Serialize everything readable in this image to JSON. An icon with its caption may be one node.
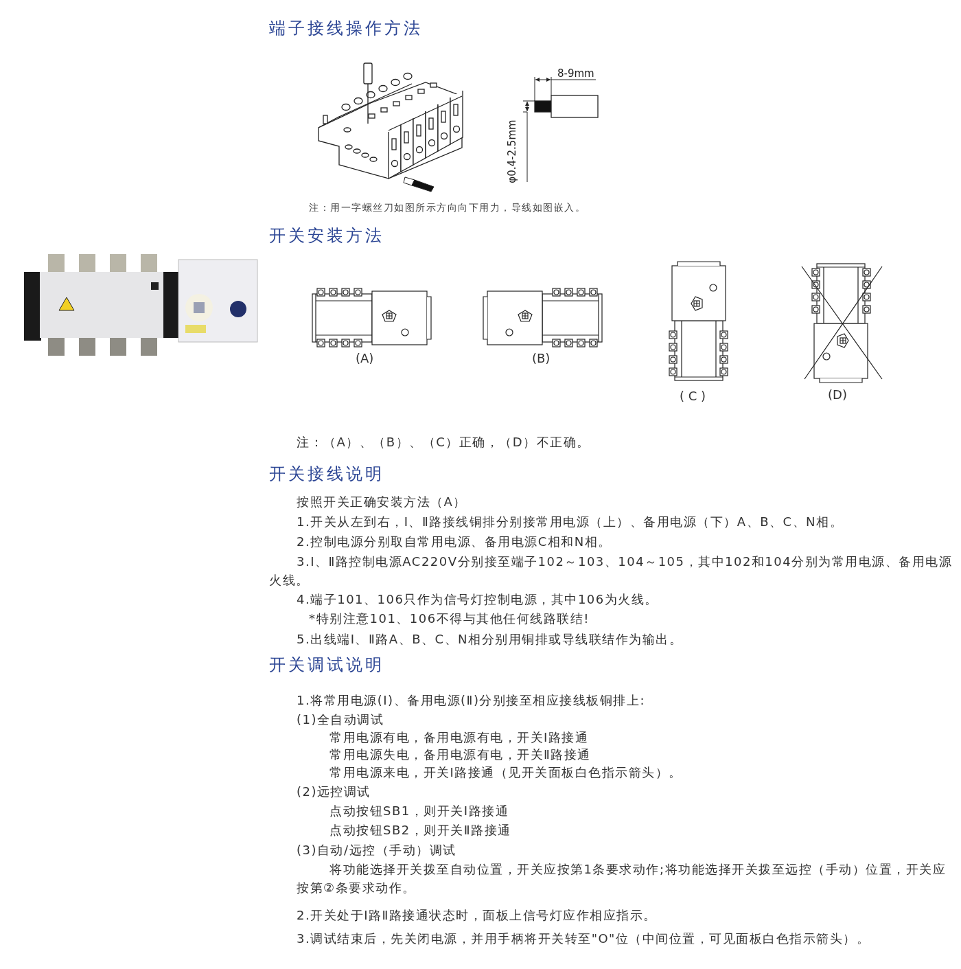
{
  "diagram": {
    "labels": [
      "端子接线操作方法",
      "8-9mm",
      "φ0.4-2.5mm",
      "注：用一字螺丝刀如图所示方向向下用力，导线如图嵌入。",
      "开关安装方法",
      "(A)",
      "(B)",
      "( C )",
      "(D)",
      "注：（A）、（B）、（C）正确，（D）不正确。",
      "开关接线说明",
      "按照开关正确安装方法（A）",
      "1.开关从左到右，Ⅰ、Ⅱ路接线铜排分别接常用电源（上）、备用电源（下）A、B、C、N相。",
      "2.控制电源分别取自常用电源、备用电源C相和N相。",
      "3.Ⅰ、Ⅱ路控制电源AC220V分别接至端子102～103、104～105，其中102和104分别为常用电源、备用电源火线。",
      "4.端子101、106只作为信号灯控制电源，其中106为火线。",
      "*特别注意101、106不得与其他任何线路联结!",
      "5.出线端Ⅰ、Ⅱ路A、B、C、N相分别用铜排或导线联结作为输出。",
      "开关调试说明",
      "1.将常用电源(Ⅰ)、备用电源(Ⅱ)分别接至相应接线板铜排上:",
      "(1)全自动调试",
      "常用电源有电，备用电源有电，开关Ⅰ路接通",
      "常用电源失电，备用电源有电，开关Ⅱ路接通",
      "常用电源来电，开关Ⅰ路接通（见开关面板白色指示箭头）。",
      "(2)远控调试",
      "点动按钮SB1，则开关Ⅰ路接通",
      "点动按钮SB2，则开关Ⅱ路接通",
      "(3)自动/远控（手动）调试",
      "将功能选择开关拨至自动位置，开关应按第1条要求动作;将功能选择开关拨至远控（手动）位置，开关应按第②条要求动作。",
      "2.开关处于Ⅰ路Ⅱ路接通状态时，面板上信号灯应作相应指示。",
      "3.调试结束后，先关闭电源，并用手柄将开关转至\"O\"位（中间位置，可见面板白色指示箭头）。"
    ]
  }
}
